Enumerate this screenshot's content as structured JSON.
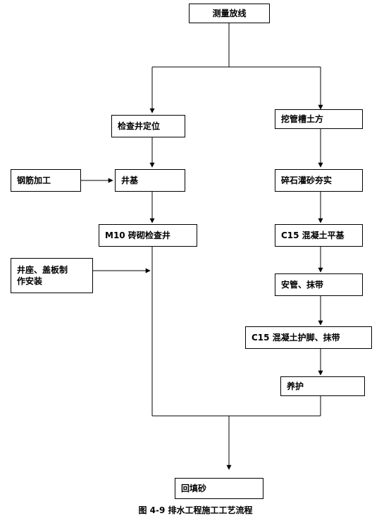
{
  "flowchart": {
    "survey": "测量放线",
    "locate_well": "检查井定位",
    "trench": "挖管槽土方",
    "rebar": "钢筋加工",
    "well_base": "井基",
    "gravel": "碎石灌砂夯实",
    "brick_well": "M10 砖砌检查井",
    "c15_flat": "C15 混凝土平基",
    "seat_cover_line1": "井座、盖板制",
    "seat_cover_line2": "作安装",
    "install_pipe": "安管、抹带",
    "c15_foot": "C15 混凝土护脚、抹带",
    "curing": "养护",
    "backfill": "回填砂"
  },
  "caption": "图 4-9   排水工程施工工艺流程"
}
